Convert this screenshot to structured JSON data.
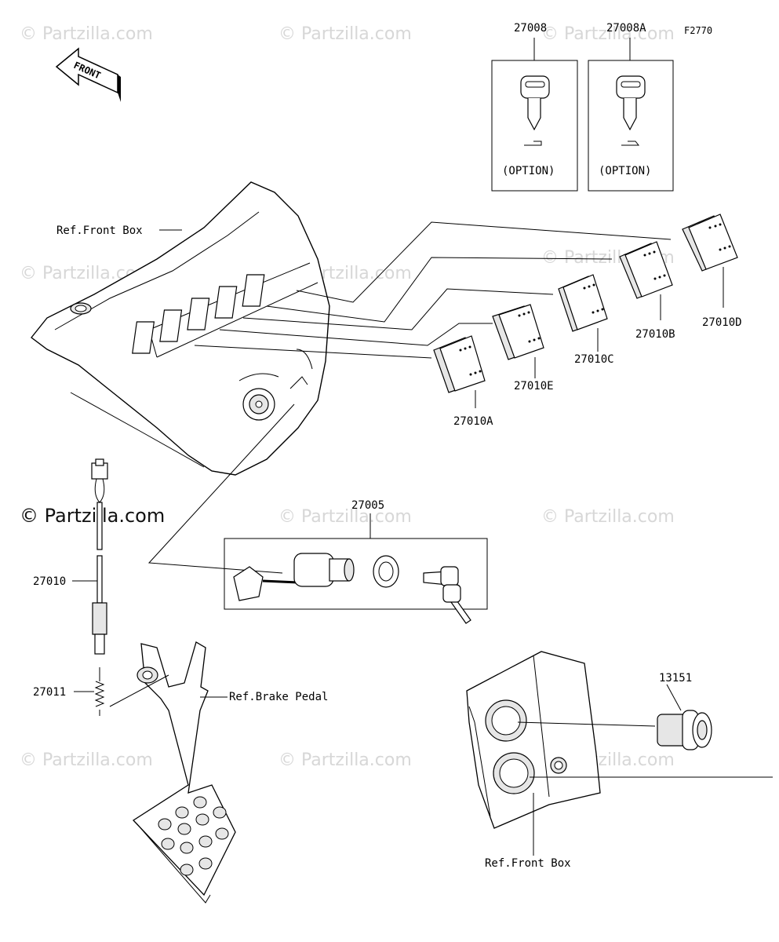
{
  "figure_code": "F2770",
  "direction_label": "FRONT",
  "watermark_text": "© Partzilla.com",
  "parts": {
    "key_a": "27008",
    "key_b": "27008A",
    "option_a": "(OPTION)",
    "option_b": "(OPTION)",
    "switch_d": "27010D",
    "switch_b": "27010B",
    "switch_c": "27010C",
    "switch_e": "27010E",
    "switch_a": "27010A",
    "ignition_switch": "27005",
    "brake_switch": "27010",
    "spring": "27011",
    "socket": "13151"
  },
  "refs": {
    "front_box_top": "Ref.Front Box",
    "brake_pedal": "Ref.Brake Pedal",
    "front_box_bottom": "Ref.Front Box"
  }
}
